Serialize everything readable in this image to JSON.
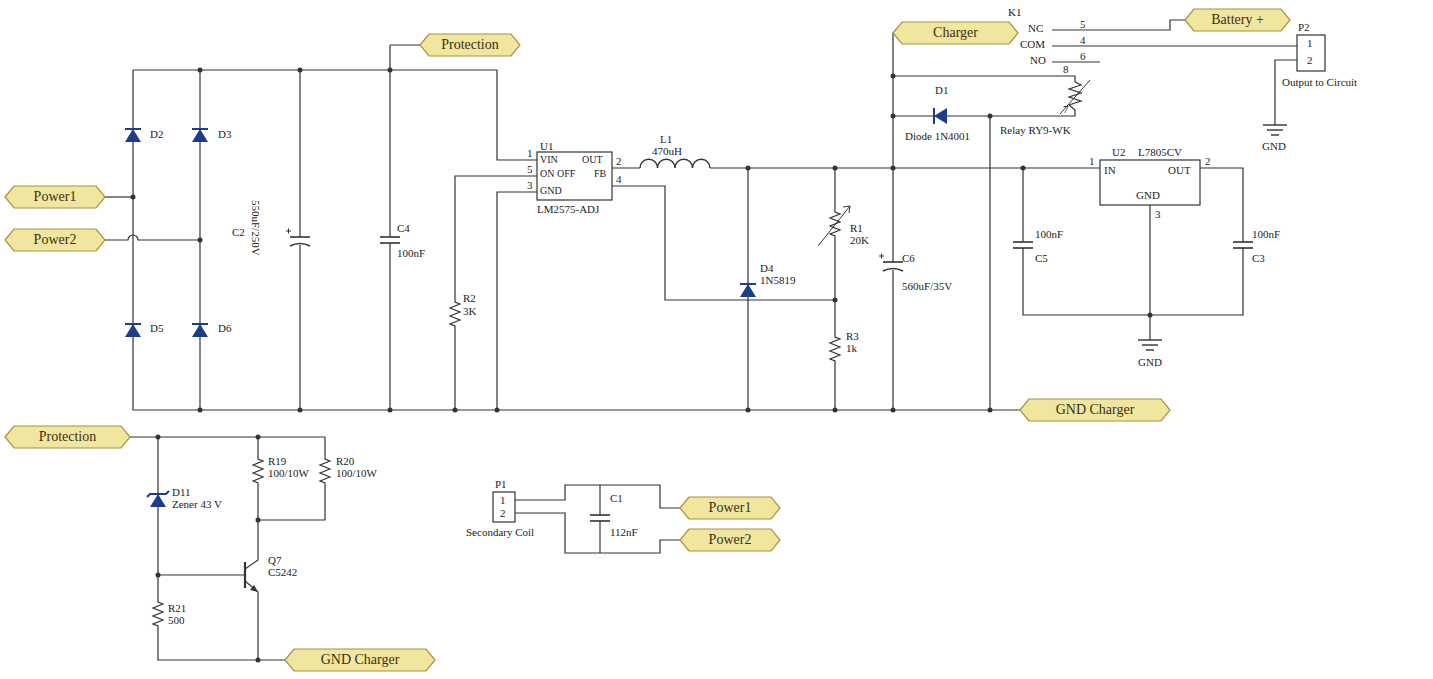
{
  "diagram": {
    "nodes": [
      {
        "text": [
          "Protection"
        ]
      },
      {
        "text": [
          "Charger"
        ]
      },
      {
        "text": [
          "Battery +"
        ]
      },
      {
        "text": [
          "Power1"
        ]
      },
      {
        "text": [
          "Power2"
        ]
      },
      {
        "text": [
          "GND Charger"
        ]
      },
      {
        "text": [
          "Protection"
        ]
      },
      {
        "text": [
          "GND Charger"
        ]
      },
      {
        "text": [
          "Power1"
        ]
      },
      {
        "text": [
          "Power2"
        ]
      }
    ],
    "labels": [
      "D2",
      "D3",
      "D5",
      "D6",
      "C2",
      "550uF/250V",
      "C4",
      "100nF",
      "R2",
      "3K",
      "U1",
      "VIN",
      "OUT",
      "ON",
      "OFF",
      "FB",
      "GND",
      "LM2575-ADJ",
      "1",
      "5",
      "3",
      "2",
      "4",
      "L1",
      "470uH",
      "D4",
      "1N5819",
      "R1",
      "20K",
      "R3",
      "1k",
      "C6",
      "560uF/35V",
      "D1",
      "Diode 1N4001",
      "K1",
      "NC",
      "5",
      "COM",
      "4",
      "NO",
      "6",
      "8",
      "7",
      "Relay RY9-WK",
      "U2",
      "L7805CV",
      "IN",
      "OUT",
      "GND",
      "1",
      "2",
      "3",
      "100nF",
      "C5",
      "100nF",
      "C3",
      "GND",
      "P2",
      "1",
      "2",
      "Output to Circuit",
      "GND",
      "D11",
      "Zener 43 V",
      "R19",
      "100/10W",
      "R20",
      "100/10W",
      "Q7",
      "C5242",
      "R21",
      "500",
      "P1",
      "1",
      "2",
      "Secondary Coil",
      "C1",
      "112nF"
    ]
  }
}
